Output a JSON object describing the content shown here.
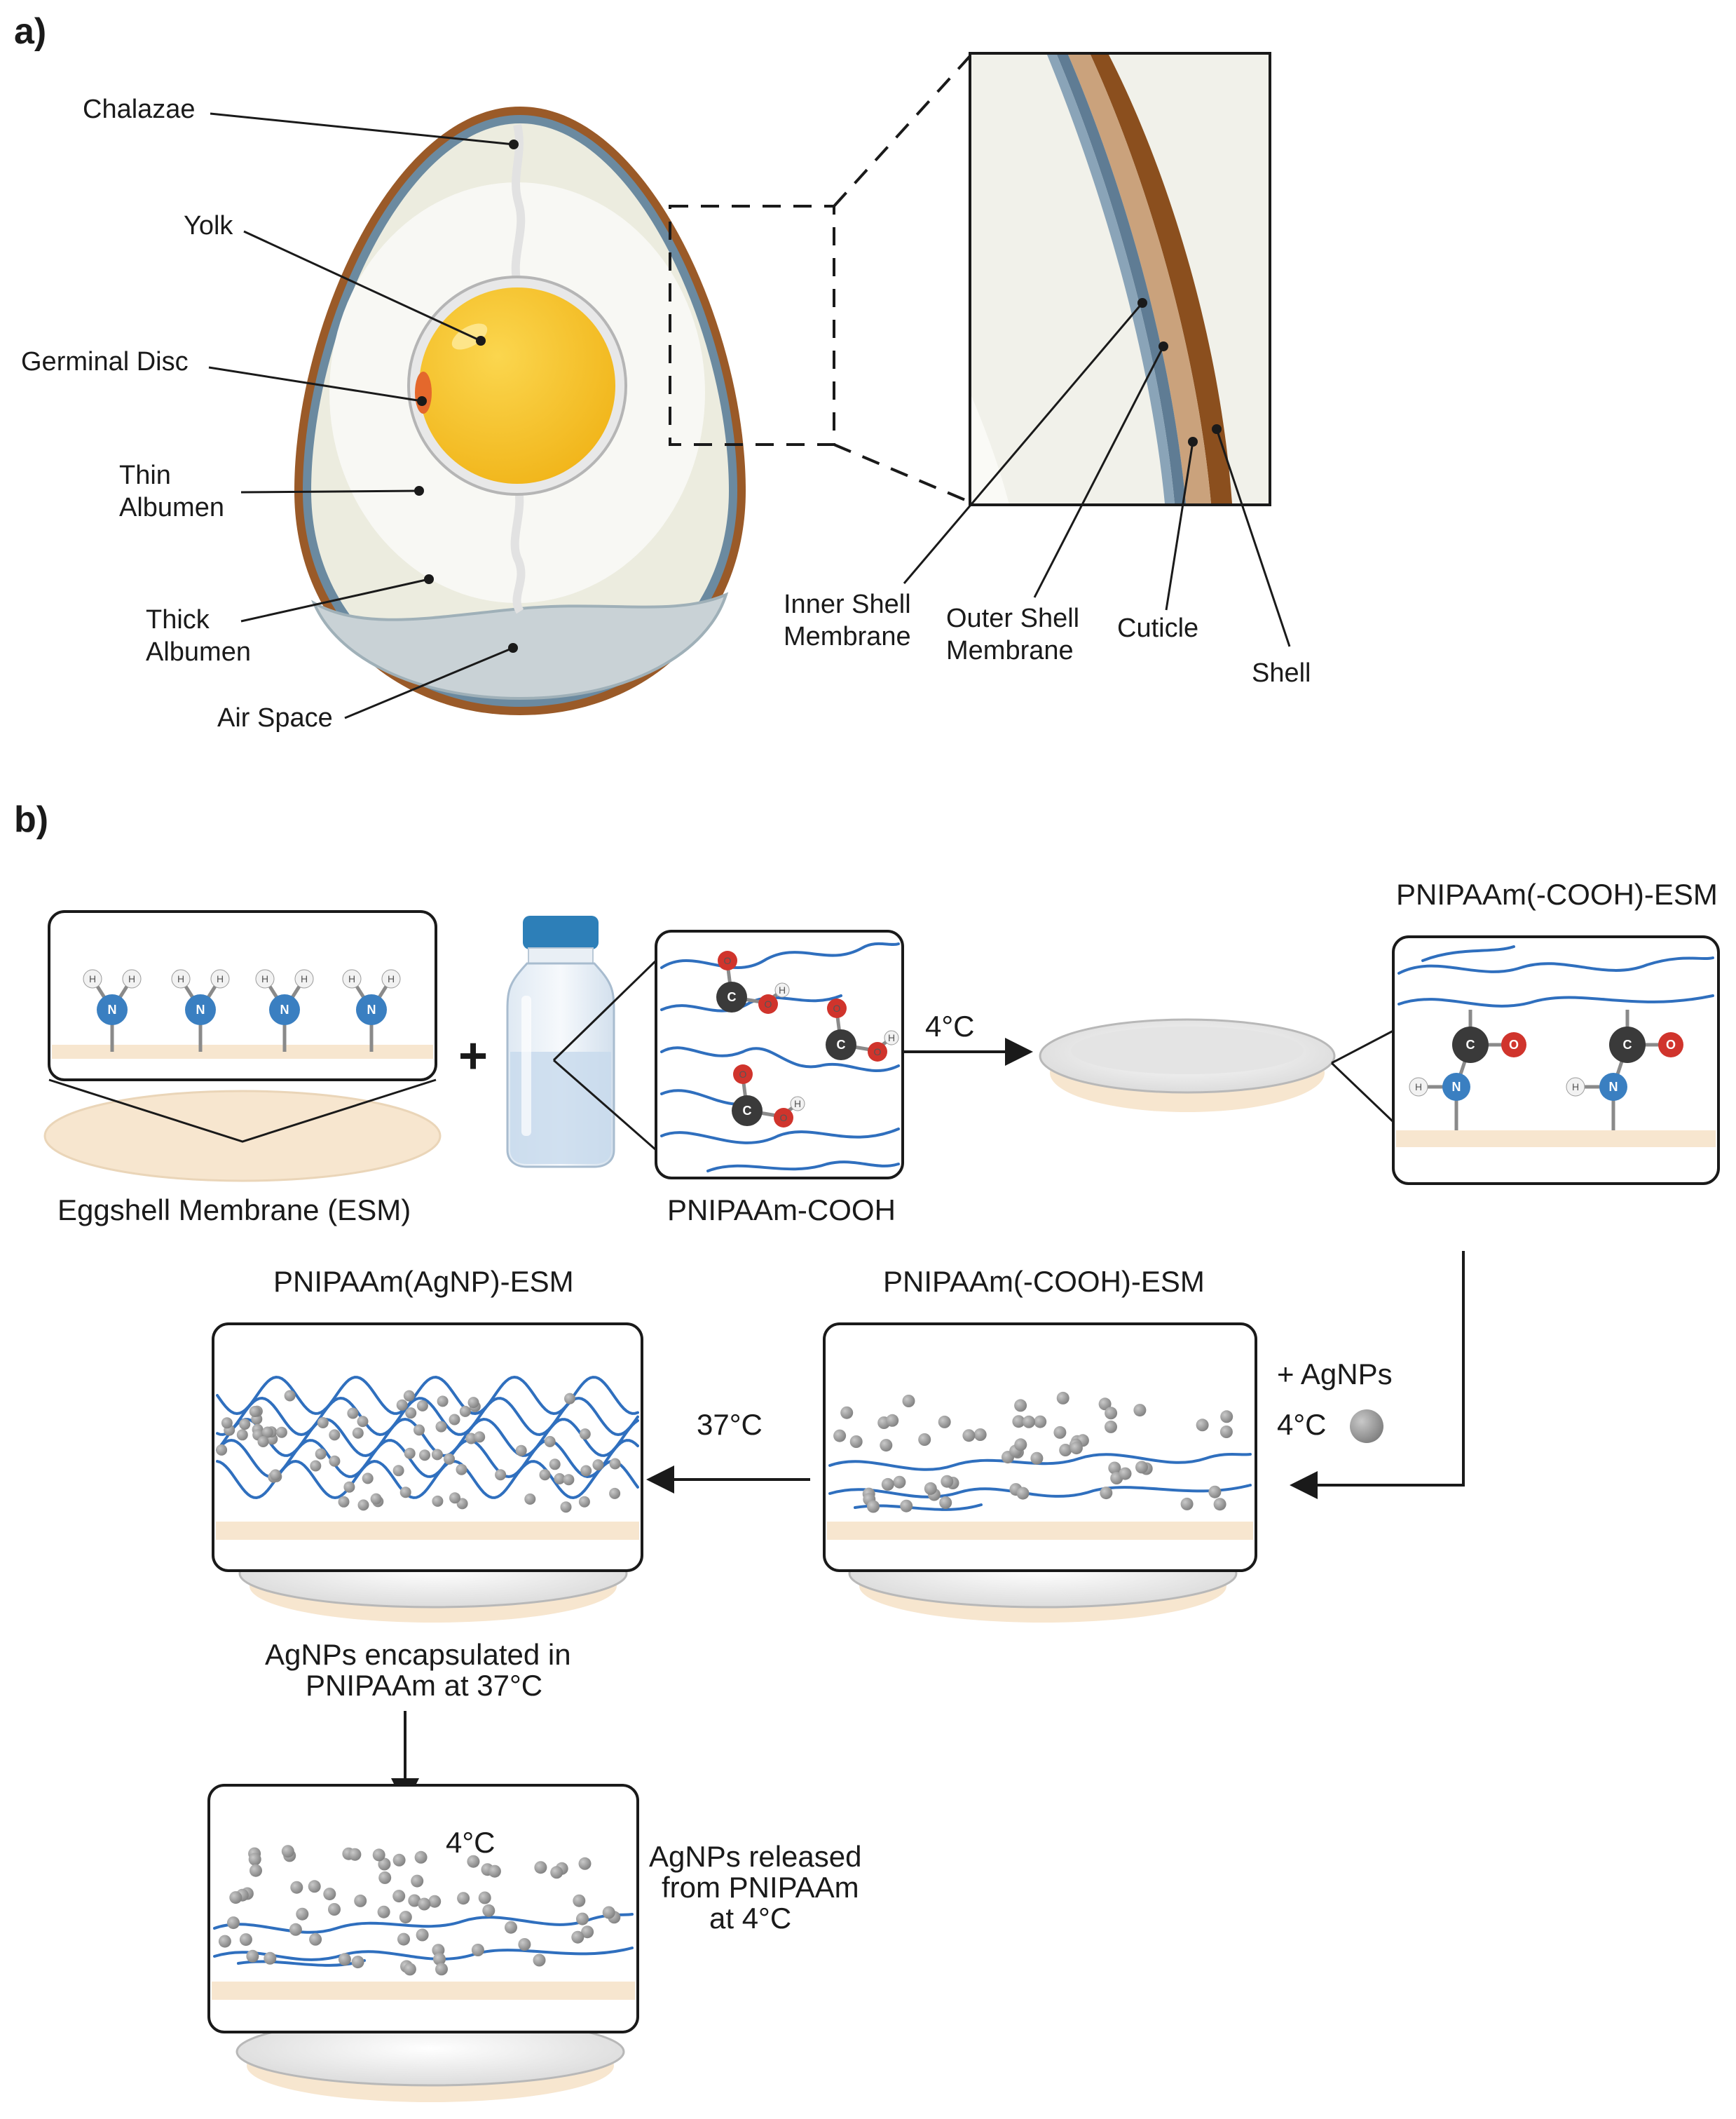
{
  "panel_a": {
    "label": "a)",
    "egg_labels": {
      "chalazae": "Chalazae",
      "yolk": "Yolk",
      "germinal_disc": "Germinal Disc",
      "thin_albumen_1": "Thin",
      "thin_albumen_2": "Albumen",
      "thick_albumen_1": "Thick",
      "thick_albumen_2": "Albumen",
      "air_space": "Air Space"
    },
    "shell_labels": {
      "inner_membrane_1": "Inner Shell",
      "inner_membrane_2": "Membrane",
      "outer_membrane_1": "Outer Shell",
      "outer_membrane_2": "Membrane",
      "cuticle": "Cuticle",
      "shell": "Shell"
    }
  },
  "panel_b": {
    "label": "b)",
    "esm_label": "Eggshell Membrane (ESM)",
    "plus": "+",
    "polymer_label": "PNIPAAm-COOH",
    "step1_temp": "4°C",
    "functionalized_title": "PNIPAAm(-COOH)-ESM",
    "agnp_title": "PNIPAAm(-COOH)-ESM",
    "agnp_add_1": "+ AgNPs",
    "agnp_add_2": "4°C",
    "step3_temp": "37°C",
    "encapsulated_title": "PNIPAAm(AgNP)-ESM",
    "encapsulated_caption_1": "AgNPs encapsulated in",
    "encapsulated_caption_2": "PNIPAAm at 37°C",
    "release_temp": "4°C",
    "release_caption_1": "AgNPs released",
    "release_caption_2": "from PNIPAAm",
    "release_caption_3": "at 4°C",
    "atoms": {
      "h": "H",
      "n": "N",
      "c": "C",
      "o": "O"
    }
  },
  "colors": {
    "shell": "#9a5a28",
    "membrane": "#6b8aa0",
    "cuticle": "#c8976c",
    "albumen": "#efefe8",
    "yolk": "#f5c330",
    "air_space": "#c9d2d6",
    "polymer": "#2f6fbe",
    "esm_base": "#f7e6cf",
    "nitrogen": "#3a7fc1",
    "oxygen": "#d0342c",
    "carbon": "#3a3a3a",
    "agnp": "#9a9a9a"
  }
}
